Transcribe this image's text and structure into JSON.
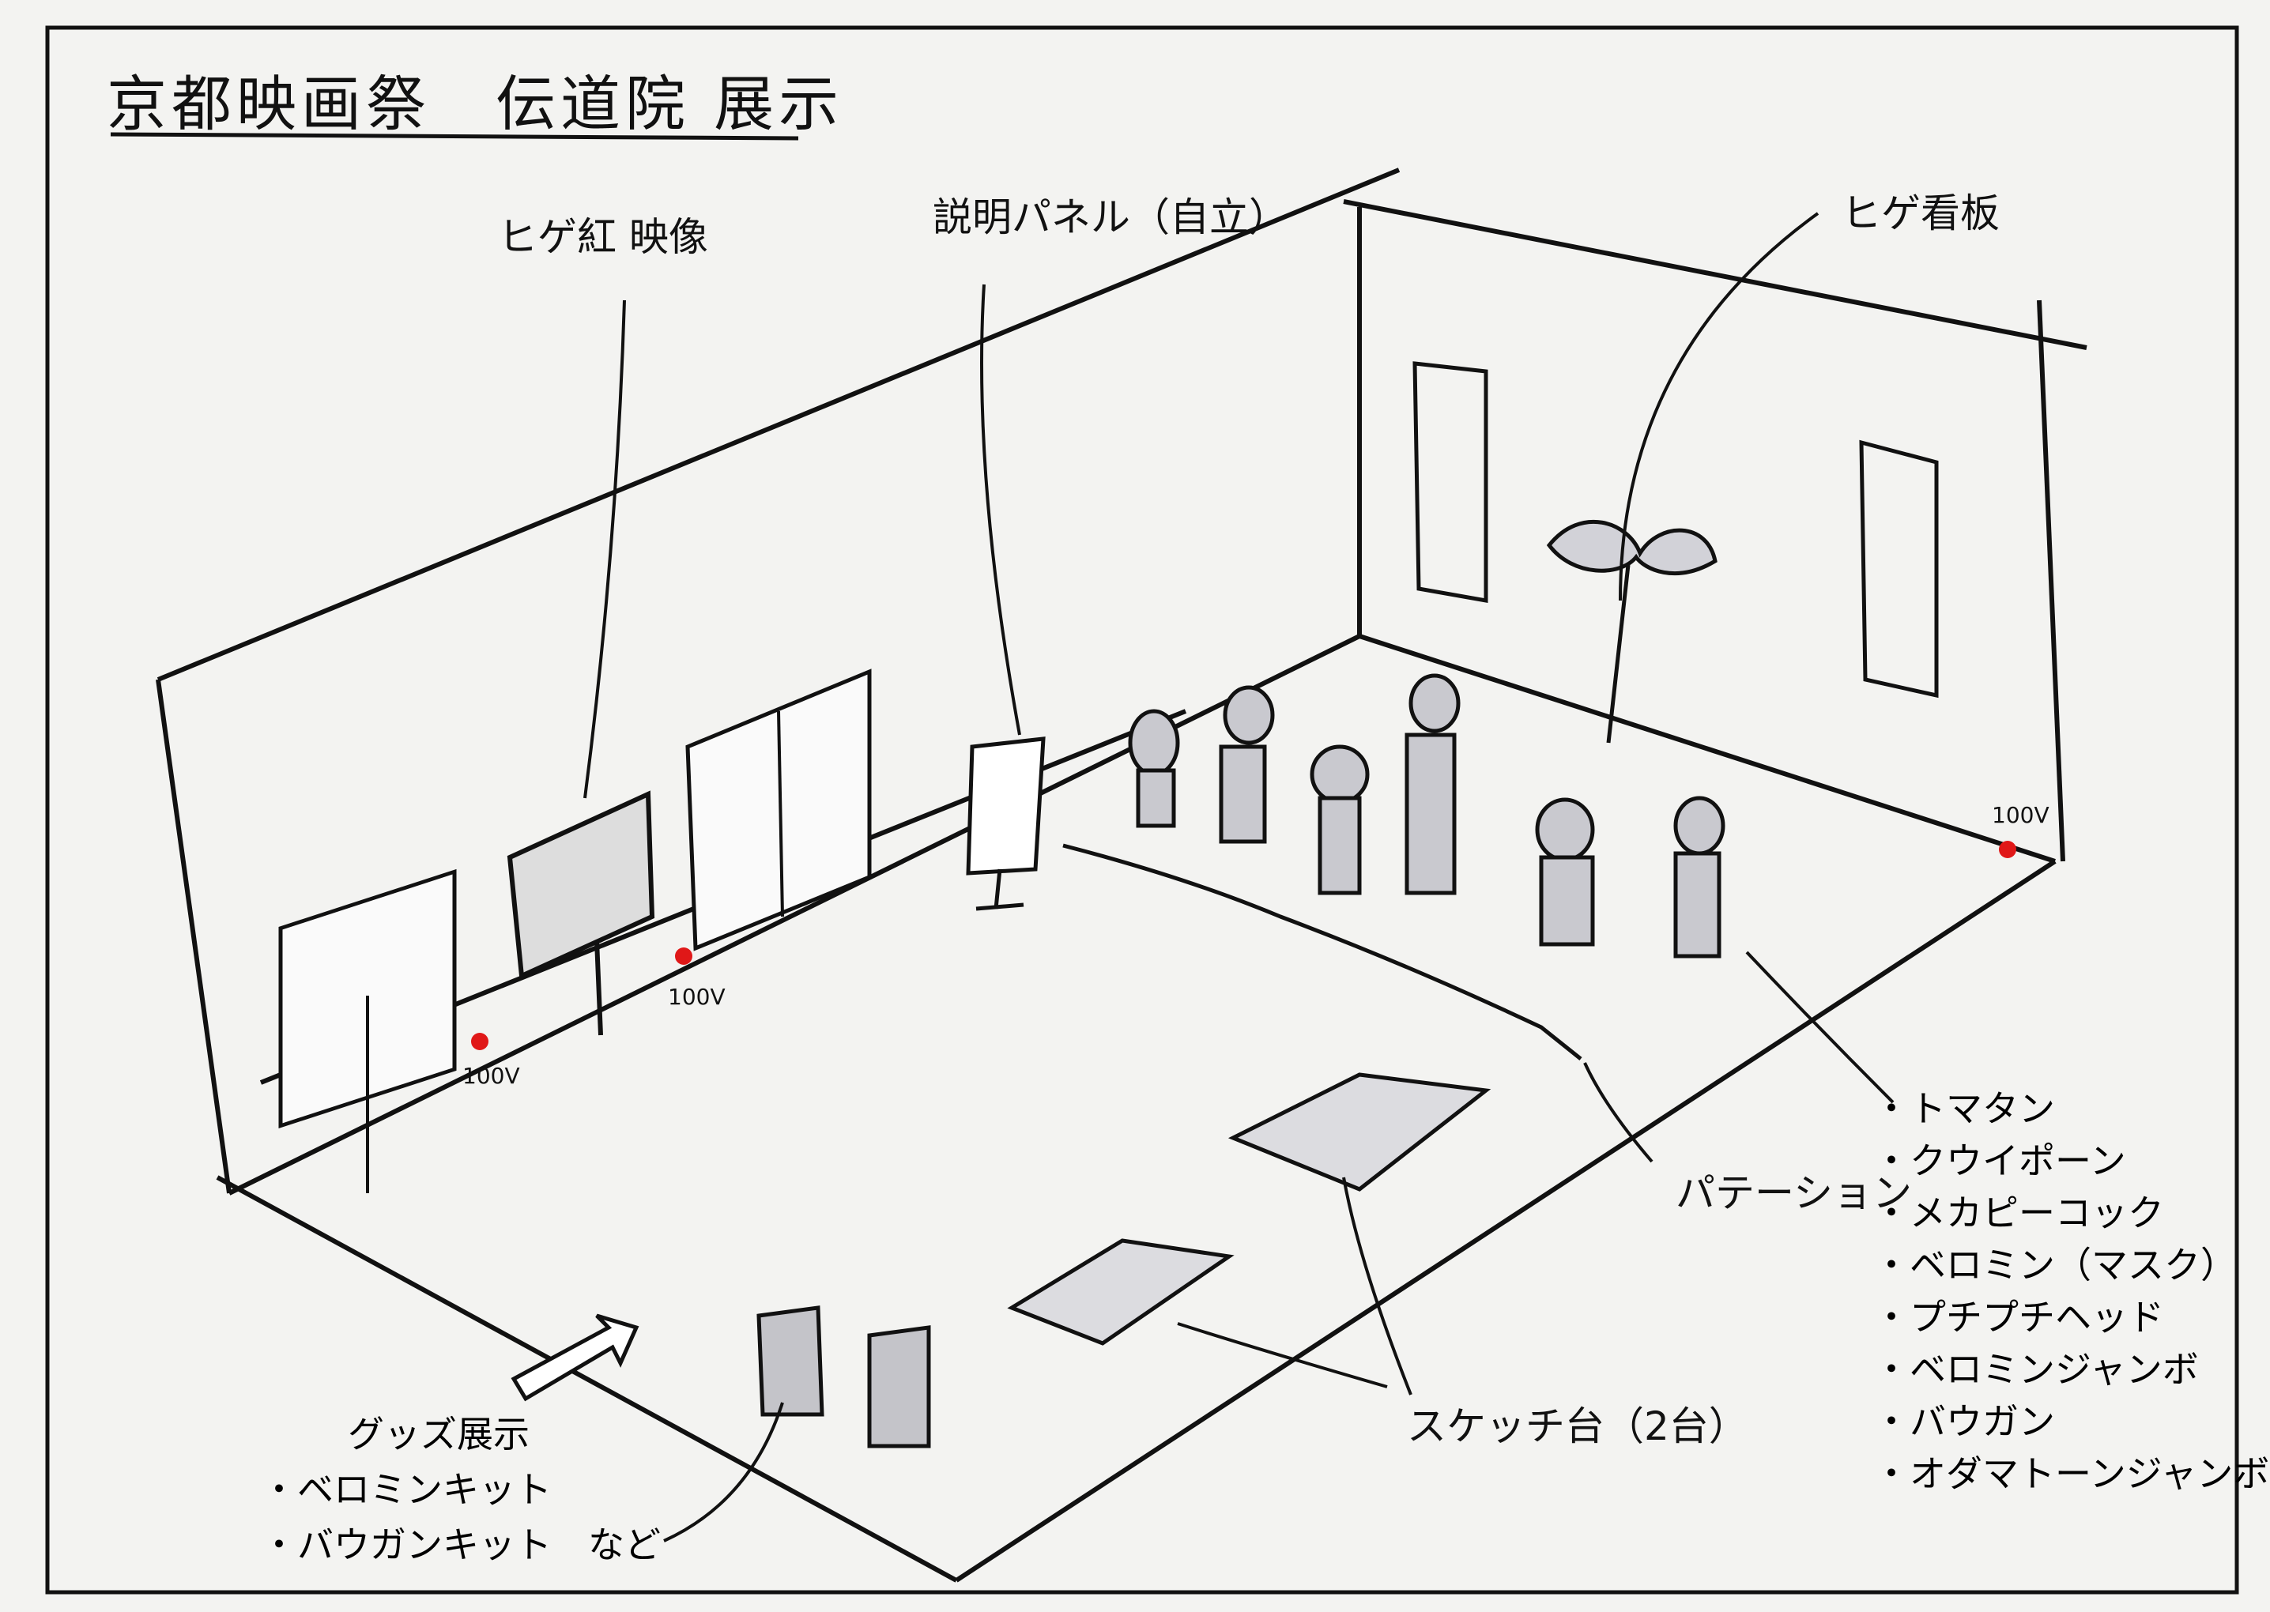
{
  "title": "京都映画祭　伝道院 展示",
  "labels": {
    "video_monitor": "ヒゲ紅 映像",
    "info_panel": "説明パネル（自立）",
    "hige_sign": "ヒゲ看板",
    "partition": "パテーション",
    "sketch_table": "スケッチ台（2台）",
    "outlet_1": "100V",
    "outlet_2": "100V",
    "outlet_3": "100V"
  },
  "figures_list": [
    "・トマタン",
    "・クウイポーン",
    "・メカピーコック",
    "・ベロミン（マスク）",
    "・プチプチヘッド",
    "・ベロミンジャンボ",
    "・バウガン",
    "・オダマトーンジャンボ"
  ],
  "goods": {
    "heading": "グッズ展示",
    "items": [
      "・ベロミンキット",
      "・バウガンキット　など"
    ]
  },
  "colors": {
    "ink": "#111111",
    "outlet": "#e01818",
    "shade": "#c9c9cf",
    "paper": "#f3f3f1"
  }
}
